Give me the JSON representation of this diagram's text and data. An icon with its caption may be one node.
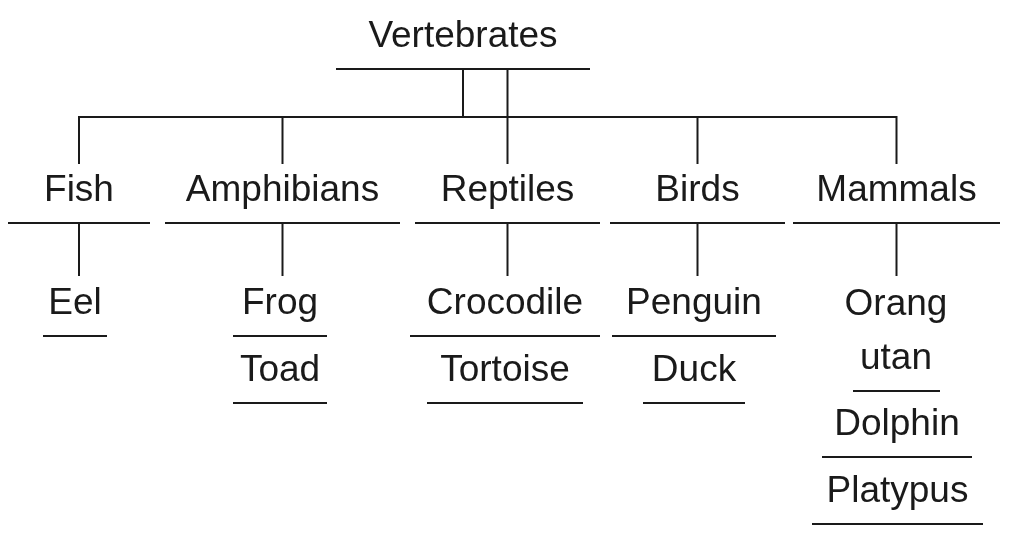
{
  "diagram": {
    "nodes": [
      {
        "text": [
          "Vertebrates"
        ]
      },
      {
        "text": [
          "Fish"
        ]
      },
      {
        "text": [
          "Amphibians"
        ]
      },
      {
        "text": [
          "Reptiles"
        ]
      },
      {
        "text": [
          "Birds"
        ]
      },
      {
        "text": [
          "Mammals"
        ]
      },
      {
        "text": [
          "Eel"
        ]
      },
      {
        "text": [
          "Frog"
        ]
      },
      {
        "text": [
          "Toad"
        ]
      },
      {
        "text": [
          "Crocodile"
        ]
      },
      {
        "text": [
          "Tortoise"
        ]
      },
      {
        "text": [
          "Penguin"
        ]
      },
      {
        "text": [
          "Duck"
        ]
      },
      {
        "text": [
          "Orang utan"
        ]
      },
      {
        "text": [
          "Dolphin"
        ]
      },
      {
        "text": [
          "Platypus"
        ]
      }
    ],
    "edges": [
      {
        "from": 0,
        "to": 1,
        "arrow": "none"
      },
      {
        "from": 0,
        "to": 2,
        "arrow": "none"
      },
      {
        "from": 0,
        "to": 3,
        "arrow": "none"
      },
      {
        "from": 0,
        "to": 4,
        "arrow": "none"
      },
      {
        "from": 0,
        "to": 5,
        "arrow": "none"
      },
      {
        "from": 1,
        "to": 6,
        "arrow": "none"
      },
      {
        "from": 2,
        "to": 7,
        "arrow": "none"
      },
      {
        "from": 3,
        "to": 9,
        "arrow": "none"
      },
      {
        "from": 4,
        "to": 11,
        "arrow": "none"
      },
      {
        "from": 5,
        "to": 13,
        "arrow": "none"
      }
    ]
  }
}
